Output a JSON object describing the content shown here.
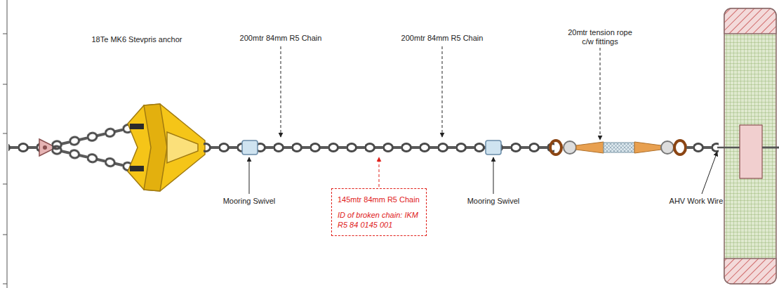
{
  "diagram": {
    "nodes": [
      {
        "text": [
          "145mtr 84mm R5 Chain",
          "ID of broken chain: IKM R5 84 0145 001"
        ]
      }
    ],
    "labels": [
      "18Te MK6 Stevpris anchor",
      "200mtr 84mm R5 Chain",
      "200mtr 84mm R5 Chain",
      "20mtr tension rope c/w fittings",
      "Mooring Swivel",
      "Mooring Swivel",
      "AHV Work Wire"
    ]
  }
}
